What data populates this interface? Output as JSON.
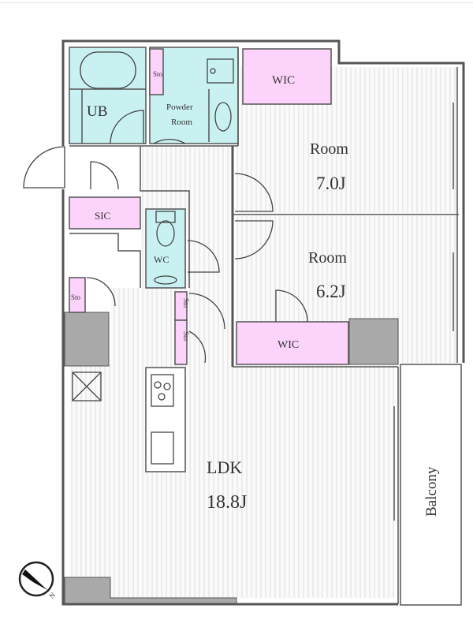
{
  "floorplan": {
    "rooms": {
      "ub": "UB",
      "sto_top": "Sto",
      "powder_line1": "Powder",
      "powder_line2": "Room",
      "wic_top": "WIC",
      "room1_name": "Room",
      "room1_size": "7.0J",
      "sic": "SIC",
      "wc": "WC",
      "room2_name": "Room",
      "room2_size": "6.2J",
      "sto_left": "Sto",
      "sto_mid1": "Sto",
      "sto_mid2": "Sto",
      "wic_bottom": "WIC",
      "ldk_name": "LDK",
      "ldk_size": "18.8J",
      "balcony": "Balcony"
    },
    "compass_label": "N",
    "colors": {
      "wet_area": "#c9f1f2",
      "storage": "#fcd3fb",
      "wall": "#555555",
      "structure": "#a9a9a9"
    }
  }
}
